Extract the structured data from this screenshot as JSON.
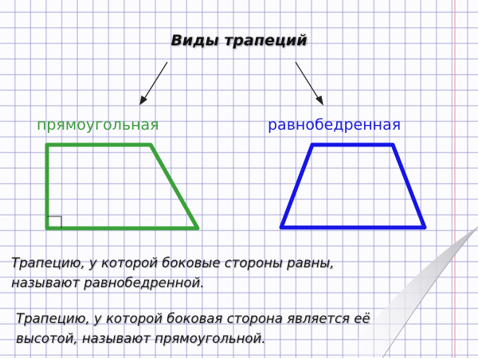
{
  "title": "Виды трапеций",
  "types": [
    {
      "label": "прямоугольная",
      "color": "#3c9a3c"
    },
    {
      "label": "равнобедренная",
      "color": "#1a1ad6"
    }
  ],
  "definitions": [
    {
      "line1": "Трапецию, у которой боковые стороны равны,",
      "line2": "называют равнобедренной."
    },
    {
      "line1": "Трапецию, у которой боковая сторона является её",
      "line2": "высотой, называют прямоугольной."
    }
  ]
}
